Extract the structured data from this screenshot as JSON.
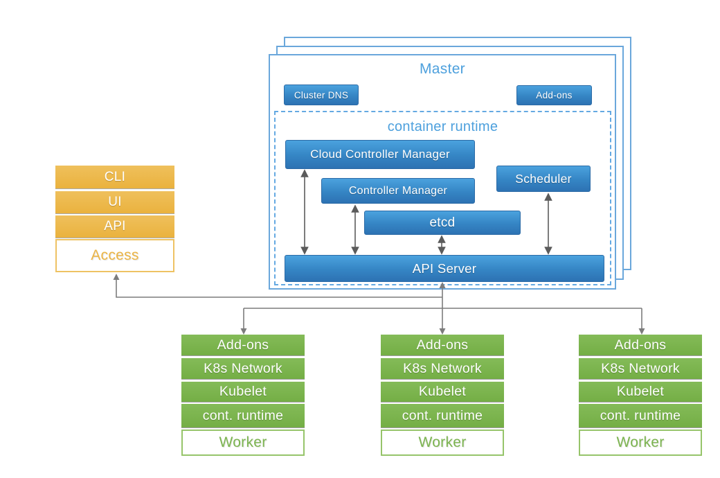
{
  "master": {
    "title": "Master",
    "cluster_dns_label": "Cluster DNS",
    "addons_label": "Add-ons",
    "container_runtime_title": "container runtime",
    "components": {
      "cloud_controller_manager": "Cloud Controller Manager",
      "controller_manager": "Controller Manager",
      "scheduler": "Scheduler",
      "etcd": "etcd",
      "api_server": "API Server"
    }
  },
  "access_stack": {
    "items": [
      "CLI",
      "UI",
      "API"
    ],
    "label": "Access"
  },
  "workers": [
    {
      "rows": [
        "Add-ons",
        "K8s Network",
        "Kubelet",
        "cont. runtime"
      ],
      "label": "Worker"
    },
    {
      "rows": [
        "Add-ons",
        "K8s Network",
        "Kubelet",
        "cont. runtime"
      ],
      "label": "Worker"
    },
    {
      "rows": [
        "Add-ons",
        "K8s Network",
        "Kubelet",
        "cont. runtime"
      ],
      "label": "Worker"
    }
  ],
  "colors": {
    "blue_box_top": "#4ba2de",
    "blue_box_bottom": "#2d72b3",
    "blue_border": "#6aa7db",
    "blue_title_text": "#4da0dd",
    "orange": "#ecb64a",
    "orange_text": "#ecb545",
    "green": "#7cb450",
    "connector_gray": "#7c7c7c",
    "double_arrow_gray": "#5b5b5b"
  }
}
